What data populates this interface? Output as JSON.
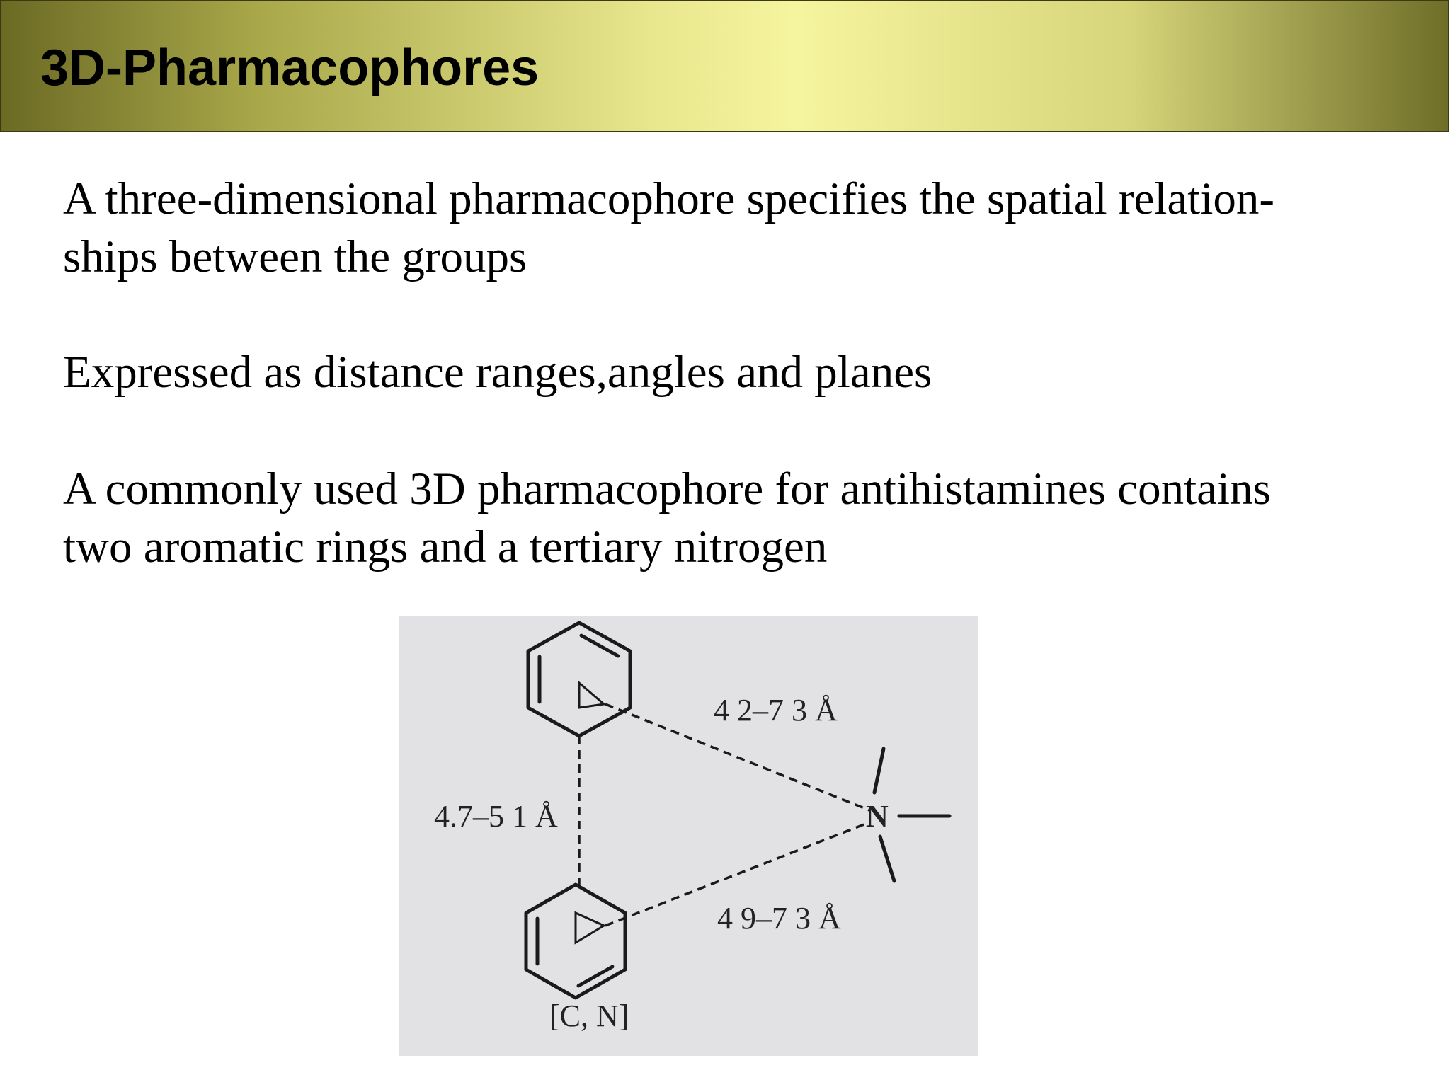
{
  "slide": {
    "title": "3D-Pharmacophores",
    "paragraphs": [
      {
        "line1": "A three-dimensional pharmacophore specifies the spatial relation-",
        "line2": "ships between the groups"
      },
      {
        "line1": "Expressed as distance ranges,angles and planes"
      },
      {
        "line1": "A commonly used 3D pharmacophore for antihistamines contains",
        "line2": "two aromatic rings and a tertiary nitrogen"
      }
    ]
  },
  "figure": {
    "distance_ring1_ring2": "4.7–5 1 Å",
    "distance_ring1_nitrogen": "4 2–7 3 Å",
    "distance_ring2_nitrogen": "4 9–7 3 Å",
    "nitrogen_label": "N",
    "ring2_atom_label": "[C, N]"
  },
  "colors": {
    "title_bar_center": "#f6f59f",
    "title_bar_edge": "#6b6a24",
    "figure_background": "#e2e2e4"
  }
}
